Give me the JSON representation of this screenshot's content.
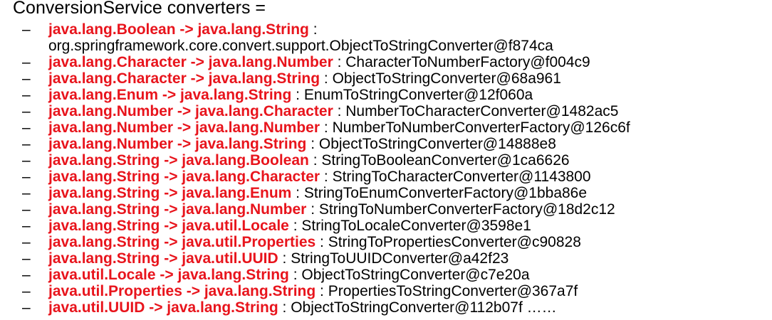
{
  "heading": "ConversionService converters =",
  "separator": " : ",
  "bullet": "–",
  "items": [
    {
      "mapping": "java.lang.Boolean -> java.lang.String",
      "converter": "org.springframework.core.convert.support.ObjectToStringConverter@f874ca"
    },
    {
      "mapping": "java.lang.Character -> java.lang.Number",
      "converter": "CharacterToNumberFactory@f004c9"
    },
    {
      "mapping": "java.lang.Character -> java.lang.String",
      "converter": "ObjectToStringConverter@68a961"
    },
    {
      "mapping": "java.lang.Enum -> java.lang.String",
      "converter": "EnumToStringConverter@12f060a"
    },
    {
      "mapping": "java.lang.Number -> java.lang.Character",
      "converter": "NumberToCharacterConverter@1482ac5"
    },
    {
      "mapping": "java.lang.Number -> java.lang.Number",
      "converter": "NumberToNumberConverterFactory@126c6f"
    },
    {
      "mapping": "java.lang.Number -> java.lang.String",
      "converter": "ObjectToStringConverter@14888e8"
    },
    {
      "mapping": "java.lang.String -> java.lang.Boolean",
      "converter": "StringToBooleanConverter@1ca6626"
    },
    {
      "mapping": "java.lang.String -> java.lang.Character",
      "converter": "StringToCharacterConverter@1143800"
    },
    {
      "mapping": "java.lang.String -> java.lang.Enum",
      "converter": "StringToEnumConverterFactory@1bba86e"
    },
    {
      "mapping": "java.lang.String -> java.lang.Number",
      "converter": "StringToNumberConverterFactory@18d2c12"
    },
    {
      "mapping": "java.lang.String -> java.util.Locale",
      "converter": "StringToLocaleConverter@3598e1"
    },
    {
      "mapping": "java.lang.String -> java.util.Properties",
      "converter": "StringToPropertiesConverter@c90828"
    },
    {
      "mapping": "java.lang.String -> java.util.UUID",
      "converter": "StringToUUIDConverter@a42f23"
    },
    {
      "mapping": "java.util.Locale -> java.lang.String",
      "converter": "ObjectToStringConverter@c7e20a"
    },
    {
      "mapping": "java.util.Properties -> java.lang.String",
      "converter": "PropertiesToStringConverter@367a7f"
    },
    {
      "mapping": "java.util.UUID -> java.lang.String",
      "converter": "ObjectToStringConverter@112b07f  ……"
    }
  ]
}
